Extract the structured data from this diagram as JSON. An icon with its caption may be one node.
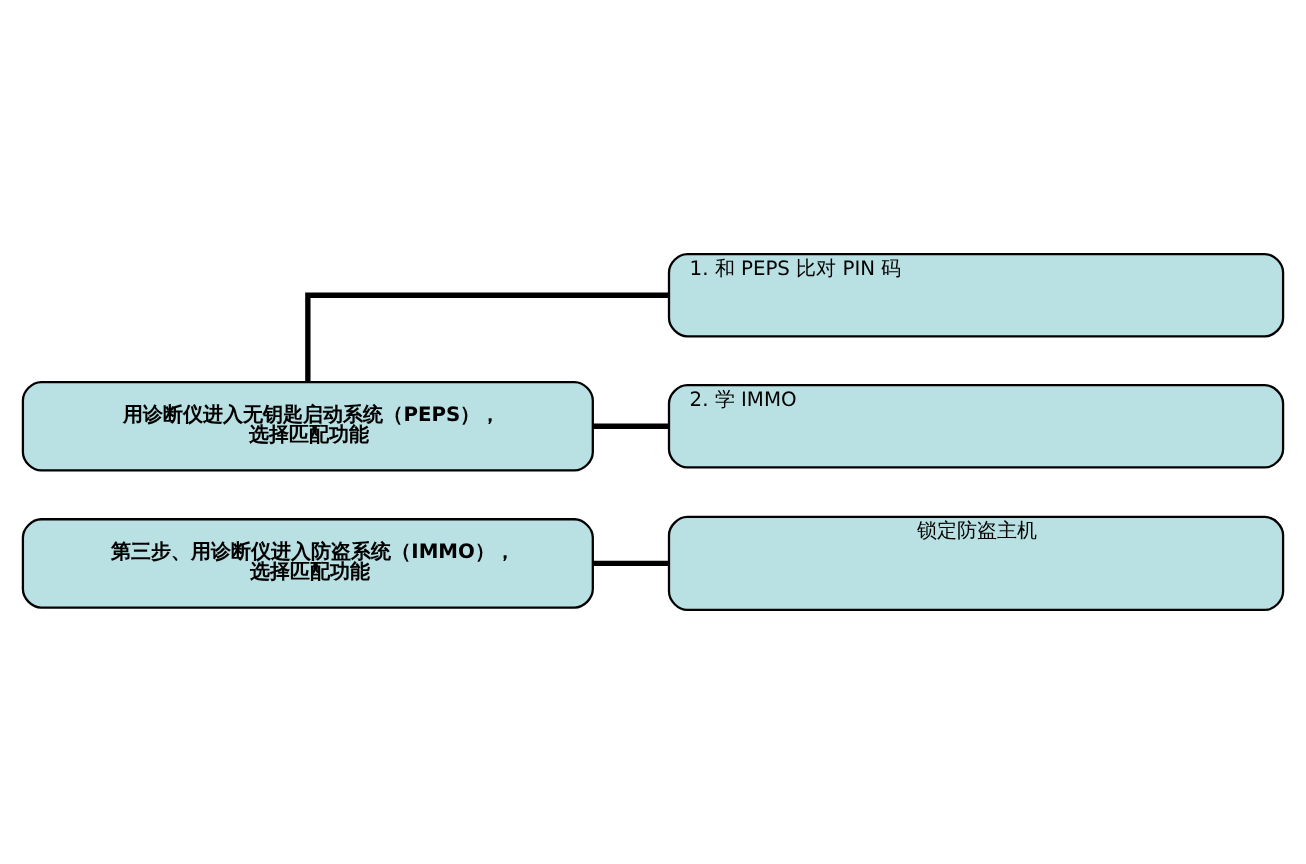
{
  "diagram": {
    "nodes": [
      {
        "text": [
          "用诊断仪进入无钥匙启动系统（PEPS），选择匹配功能"
        ]
      },
      {
        "text": [
          "1. 和 PEPS 比对 PIN 码"
        ]
      },
      {
        "text": [
          "2. 学 IMMO"
        ]
      },
      {
        "text": [
          "第三步、用诊断仪进入防盗系统（IMMO），选择匹配功能"
        ]
      },
      {
        "text": [
          "锁定防盗主机"
        ]
      }
    ],
    "edges": [
      {
        "from": 0,
        "to": 1,
        "arrow": "none"
      },
      {
        "from": 0,
        "to": 2,
        "arrow": "none"
      },
      {
        "from": 3,
        "to": 4,
        "arrow": "none"
      }
    ]
  }
}
